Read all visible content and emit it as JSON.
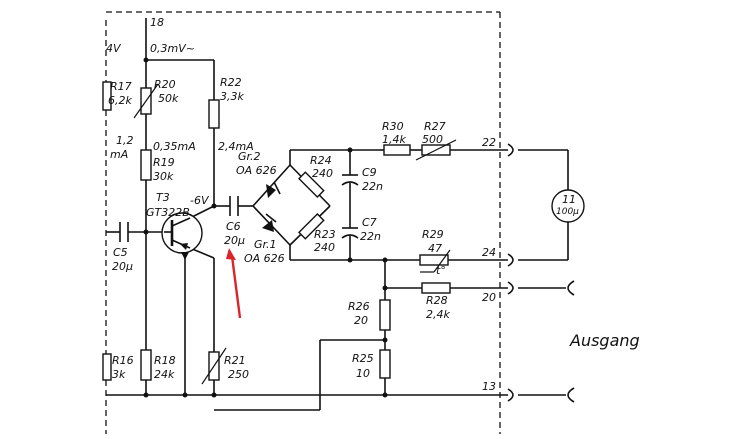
{
  "colors": {
    "ink": "#111111",
    "paper": "#ffffff",
    "annotation_arrow": "#d9252a"
  },
  "labels": {
    "r17": "R17",
    "r17_val": "6,2k",
    "r20": "R20",
    "r20_val": "50k",
    "r22": "R22",
    "r22_val": "3,3k",
    "r19": "R19",
    "r19_val": "30k",
    "r16": "R16",
    "r16_val": "3k",
    "r18": "R18",
    "r18_val": "24k",
    "r21": "R21",
    "r21_val": "250",
    "r24": "R24",
    "r24_val": "240",
    "r23": "R23",
    "r23_val": "240",
    "r30": "R30",
    "r30_val": "1,4k",
    "r27": "R27",
    "r27_val": "500",
    "r29": "R29",
    "r29_val": "47",
    "r28": "R28",
    "r28_val": "2,4k",
    "r26": "R26",
    "r26_val": "20",
    "r25": "R25",
    "r25_val": "10",
    "c5": "C5",
    "c5_val": "20µ",
    "c6": "C6",
    "c6_val": "20µ",
    "c9": "C9",
    "c9_val": "22n",
    "c7": "C7",
    "c7_val": "22n",
    "t3": "T3",
    "t3_type": "GT322B",
    "t3_voltage": "-6V",
    "gr2": "Gr.2",
    "gr2_type": "OA 626",
    "gr1": "Gr.1",
    "gr1_type": "OA 626",
    "meter_top": "11",
    "meter_bottom": "100µ",
    "current_top": "0,3mV~",
    "current_r19": "0,35mA",
    "current_r22": "2,4mA",
    "current_left_val": "1,2",
    "current_left_unit": "mA",
    "left_edge": "4V",
    "thermistor": "t°",
    "t18": "18",
    "t22": "22",
    "t24": "24",
    "t20": "20",
    "t13": "13",
    "ausgang": "Ausgang"
  }
}
